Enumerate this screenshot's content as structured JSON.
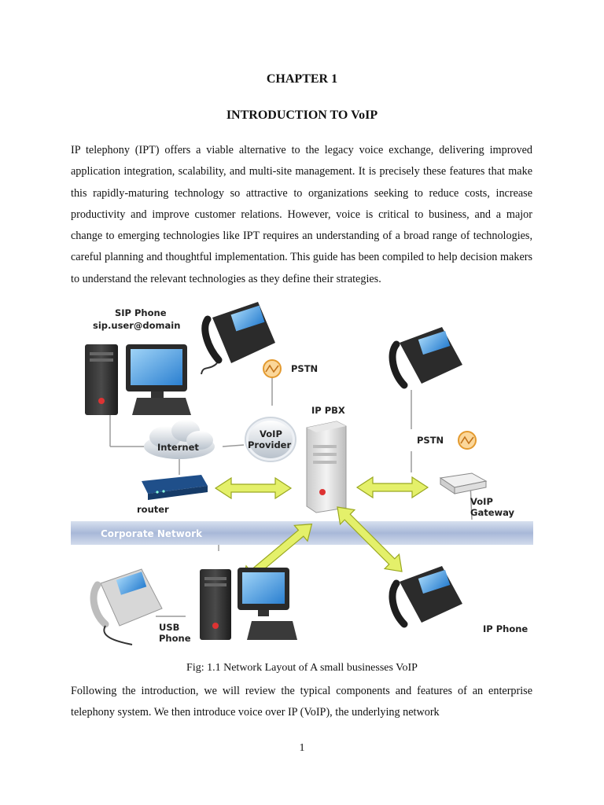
{
  "document": {
    "chapter": "CHAPTER 1",
    "title": "INTRODUCTION TO VoIP",
    "paragraph1": "IP telephony (IPT) offers a viable alternative to the legacy voice exchange, delivering improved application integration, scalability, and multi-site management. It is precisely these features that make this rapidly-maturing technology so attractive to organizations seeking to reduce costs, increase productivity and improve customer relations. However, voice is critical to business, and a major change to emerging technologies like IPT requires an understanding of a broad range of technologies, careful planning and thoughtful implementation. This guide has been compiled to help decision makers to understand the relevant technologies as they define their strategies.",
    "caption": "Fig: 1.1 Network Layout of A small businesses VoIP",
    "paragraph2": "Following the introduction, we will review the typical components and features of an enterprise telephony system. We then introduce voice over IP (VoIP), the underlying network",
    "page_number": "1"
  },
  "diagram": {
    "sip_phone_line1": "SIP Phone",
    "sip_phone_line2": "sip.user@domain",
    "pstn_top": "PSTN",
    "pstn_right": "PSTN",
    "internet": "Internet",
    "voip_provider_line1": "VoIP",
    "voip_provider_line2": "Provider",
    "ip_pbx": "IP PBX",
    "router": "router",
    "voip_gateway_line1": "VoIP",
    "voip_gateway_line2": "Gateway",
    "corporate_network": "Corporate Network",
    "usb_phone_line1": "USB",
    "usb_phone_line2": "Phone",
    "ip_phone": "IP Phone",
    "colors": {
      "network_bar": "#b8c6e0",
      "arrow_fill": "#e4f06a",
      "pstn_icon": "#f0a53c"
    }
  }
}
